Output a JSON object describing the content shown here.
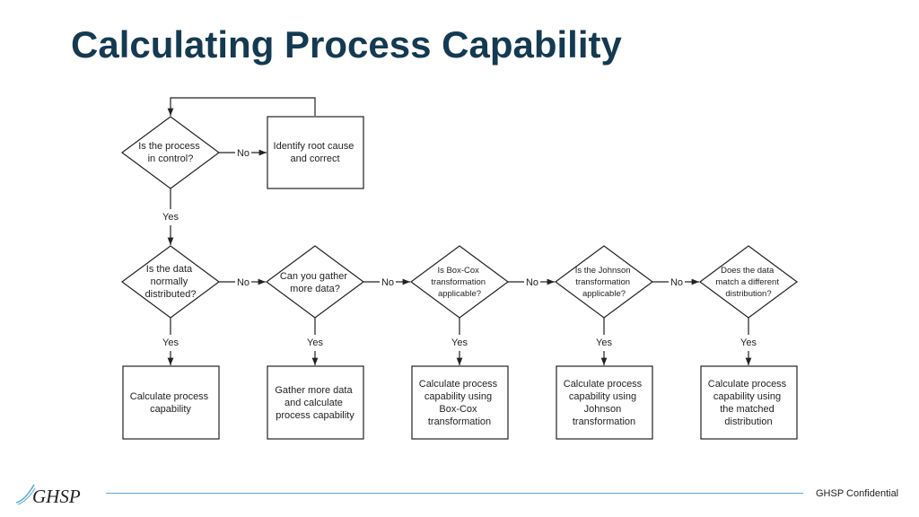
{
  "title": "Calculating Process Capability",
  "footer": {
    "logo_text": "GHSP",
    "confidential": "GHSP Confidential"
  },
  "colors": {
    "title": "#143a52",
    "accent_line": "#5aa7d6",
    "stroke": "#222222"
  },
  "flowchart": {
    "decisions": [
      {
        "lines": [
          "Is the process",
          "in control?"
        ]
      },
      {
        "lines": [
          "Is the data",
          "normally",
          "distributed?"
        ]
      },
      {
        "lines": [
          "Can you gather",
          "more data?"
        ]
      },
      {
        "lines": [
          "Is Box-Cox",
          "transformation",
          "applicable?"
        ]
      },
      {
        "lines": [
          "Is the Johnson",
          "transformation",
          "applicable?"
        ]
      },
      {
        "lines": [
          "Does the data",
          "match a different",
          "distribution?"
        ]
      }
    ],
    "corrective_action": {
      "lines": [
        "Identify root cause",
        "and correct"
      ]
    },
    "outcomes": [
      {
        "lines": [
          "Calculate process",
          "capability"
        ]
      },
      {
        "lines": [
          "Gather more data",
          "and calculate",
          "process capability"
        ]
      },
      {
        "lines": [
          "Calculate process",
          "capability using",
          "Box-Cox",
          "transformation"
        ]
      },
      {
        "lines": [
          "Calculate process",
          "capability using",
          "Johnson",
          "transformation"
        ]
      },
      {
        "lines": [
          "Calculate process",
          "capability using",
          "the matched",
          "distribution"
        ]
      }
    ],
    "labels": {
      "yes": "Yes",
      "no": "No"
    }
  }
}
